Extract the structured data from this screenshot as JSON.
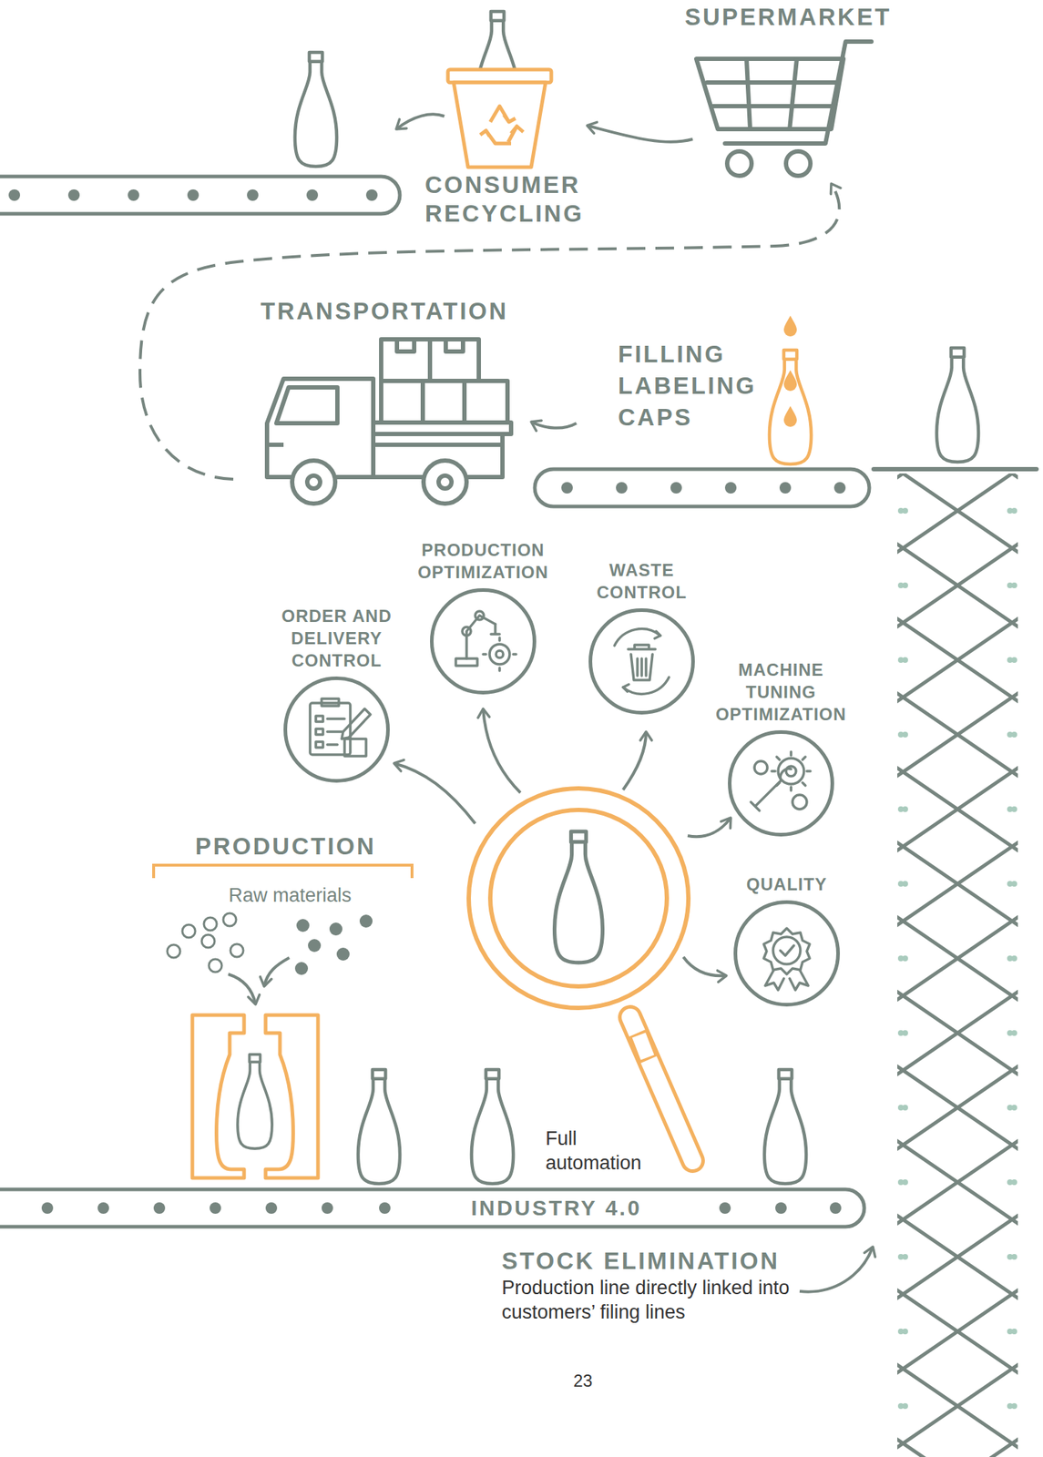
{
  "diagram": {
    "nodes": [
      {
        "text": [
          "ORDER AND DELIVERY CONTROL"
        ]
      },
      {
        "text": [
          "PRODUCTION OPTIMIZATION"
        ]
      },
      {
        "text": [
          "WASTE CONTROL"
        ]
      },
      {
        "text": [
          "MACHINE TUNING OPTIMIZATION"
        ]
      },
      {
        "text": [
          "QUALITY"
        ]
      }
    ],
    "labels": [
      "SUPERMARKET",
      "CONSUMER RECYCLING",
      "TRANSPORTATION",
      "FILLING LABELING CAPS",
      "PRODUCTION",
      "Raw materials",
      "Full automation",
      "INDUSTRY 4.0",
      "STOCK ELIMINATION",
      "Production line directly linked into customers’ filing lines",
      "23"
    ]
  }
}
